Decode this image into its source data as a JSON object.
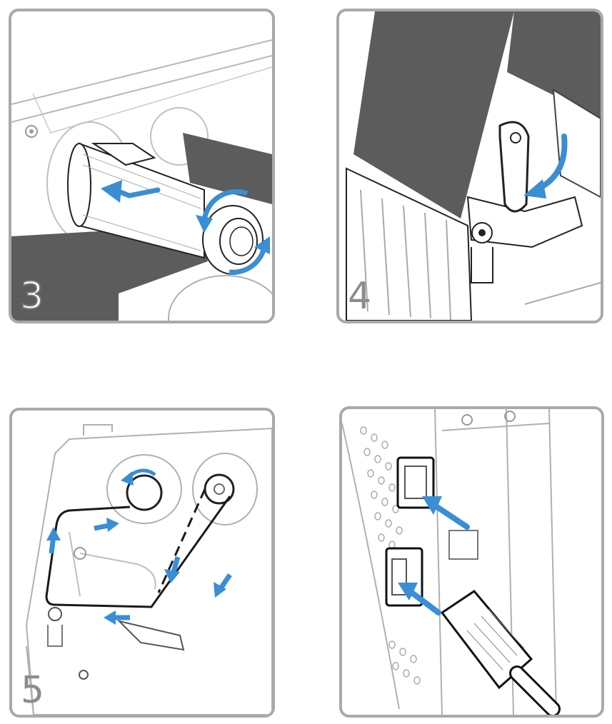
{
  "steps": [
    {
      "number": "3"
    },
    {
      "number": "4"
    },
    {
      "number": "5"
    },
    {
      "number": ""
    }
  ],
  "colors": {
    "border": "#a9a9ab",
    "arrow": "#3a8ed4",
    "line": "#202020",
    "ribbon": "#5c5c5c",
    "background": "#ffffff"
  }
}
